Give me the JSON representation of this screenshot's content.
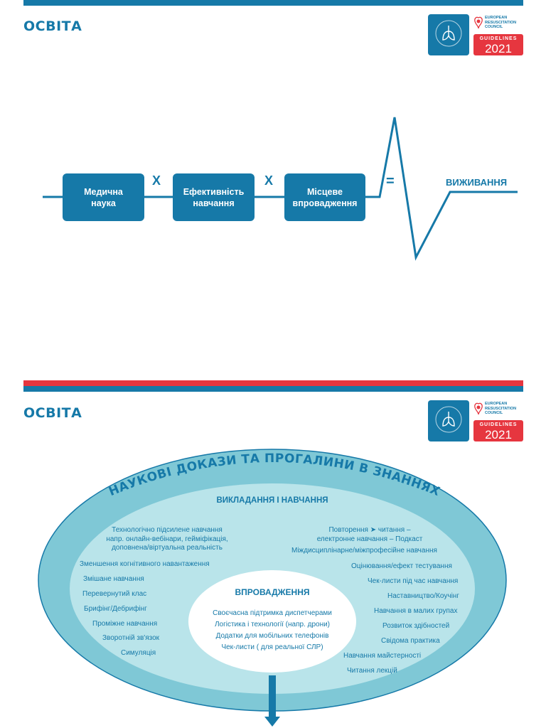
{
  "slide1": {
    "title": "ОСВІТА",
    "logo": {
      "erc_lines": [
        "EUROPEAN",
        "RESUSCITATION",
        "COUNCIL"
      ],
      "guidelines": "GUIDELINES",
      "year": "2021"
    },
    "formula": {
      "boxes": [
        {
          "line1": "Медична",
          "line2": "наука"
        },
        {
          "line1": "Ефективність",
          "line2": "навчання"
        },
        {
          "line1": "Місцеве",
          "line2": "впровадження"
        }
      ],
      "multiply": "X",
      "equals": "=",
      "result": "ВИЖИВАННЯ"
    }
  },
  "slide2": {
    "title": "ОСВІТА",
    "outer_ring_label": "НАУКОВІ ДОКАЗИ ТА ПРОГАЛИНИ В ЗНАННЯХ",
    "middle_title": "ВИКЛАДАННЯ І НАВЧАННЯ",
    "left_items": [
      {
        "lines": [
          "Технологічно підсилене навчання",
          "напр. онлайн-вебінари, гейміфікація,",
          "доповнена/віртуальна реальність"
        ]
      },
      {
        "lines": [
          "Зменшення когнітивного навантаження"
        ]
      },
      {
        "lines": [
          "Змішане навчання"
        ]
      },
      {
        "lines": [
          "Перевернутий клас"
        ]
      },
      {
        "lines": [
          "Брифінг/Дебрифінг"
        ]
      },
      {
        "lines": [
          "Проміжне навчання"
        ]
      },
      {
        "lines": [
          "Зворотній зв'язок"
        ]
      },
      {
        "lines": [
          "Симуляція"
        ]
      }
    ],
    "right_items": [
      {
        "lines": [
          "Повторення  ➤ читання –",
          "електронне навчання – Подкаст"
        ]
      },
      {
        "lines": [
          "Міждисциплінарне/міжпрофесійне навчання"
        ]
      },
      {
        "lines": [
          "Оцінювання/ефект тестування"
        ]
      },
      {
        "lines": [
          "Чек-листи під час навчання"
        ]
      },
      {
        "lines": [
          "Наставництво/Коучінг"
        ]
      },
      {
        "lines": [
          "Навчання в малих групах"
        ]
      },
      {
        "lines": [
          "Розвиток здібностей"
        ]
      },
      {
        "lines": [
          "Свідома практика"
        ]
      },
      {
        "lines": [
          "Навчання майстерності"
        ]
      },
      {
        "lines": [
          "Читання лекцій"
        ]
      }
    ],
    "inner_title": "ВПРОВАДЖЕННЯ",
    "inner_items": [
      "Своєчасна підтримка диспетчерами",
      "Логістика і технології (напр. дрони)",
      "Додатки для мобільних телефонів",
      "Чек-листи ( для реальної СЛР)"
    ]
  },
  "colors": {
    "brand_blue": "#1679a8",
    "red": "#e6363f",
    "ring_outer": "#7fc8d6",
    "ring_mid": "#b9e4ea",
    "inner": "#ffffff"
  }
}
